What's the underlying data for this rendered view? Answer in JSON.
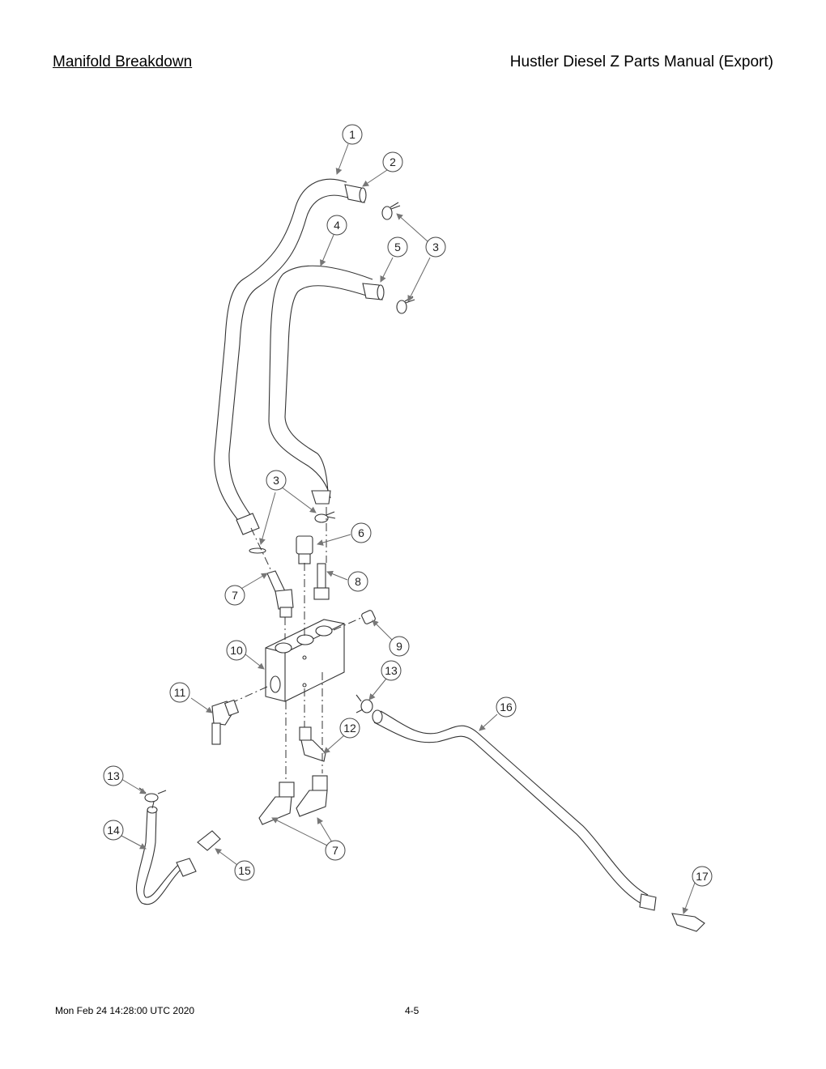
{
  "header": {
    "left_title": "Manifold Breakdown",
    "right_title": "Hustler Diesel Z Parts Manual (Export)"
  },
  "footer": {
    "timestamp": "Mon Feb 24 14:28:00 UTC 2020",
    "page_number": "4-5"
  },
  "callouts": {
    "c1": "1",
    "c2": "2",
    "c3a": "3",
    "c4": "4",
    "c5": "5",
    "c3b": "3",
    "c6": "6",
    "c7a": "7",
    "c8": "8",
    "c9": "9",
    "c10": "10",
    "c11": "11",
    "c13a": "13",
    "c12": "12",
    "c16": "16",
    "c13b": "13",
    "c14": "14",
    "c15": "15",
    "c7b": "7",
    "c17": "17"
  }
}
